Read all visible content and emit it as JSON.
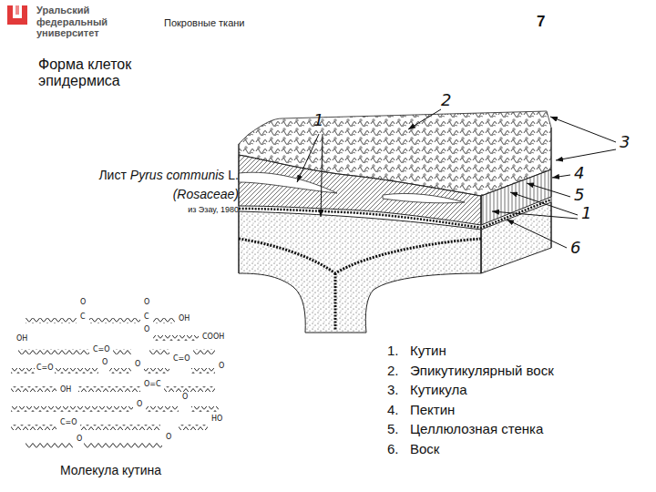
{
  "diagram": {
    "title": "Форма клеток эпидермиса",
    "labels": [
      "Уральский федеральный университет",
      "Покровные ткани",
      "7",
      "Лист",
      "Pyrus communis",
      "L.",
      "(Rosaceae)",
      "из Эзау, 1980",
      "1",
      "2",
      "3",
      "4",
      "5",
      "1",
      "6",
      "1.",
      "Кутин",
      "2.",
      "Эпикутикулярный воск",
      "3.",
      "Кутикула",
      "4.",
      "Пектин",
      "5.",
      "Целлюлозная стенка",
      "6.",
      "Воск",
      "Молекула кутина",
      "OH",
      "O",
      "C",
      "O",
      "C",
      "O",
      "OH",
      "COOH",
      "C=O",
      "O",
      "C=O",
      "O",
      "C=O",
      "O",
      "OH",
      "O=C",
      "O",
      "O",
      "C=O",
      "O",
      "O",
      "HO"
    ]
  }
}
